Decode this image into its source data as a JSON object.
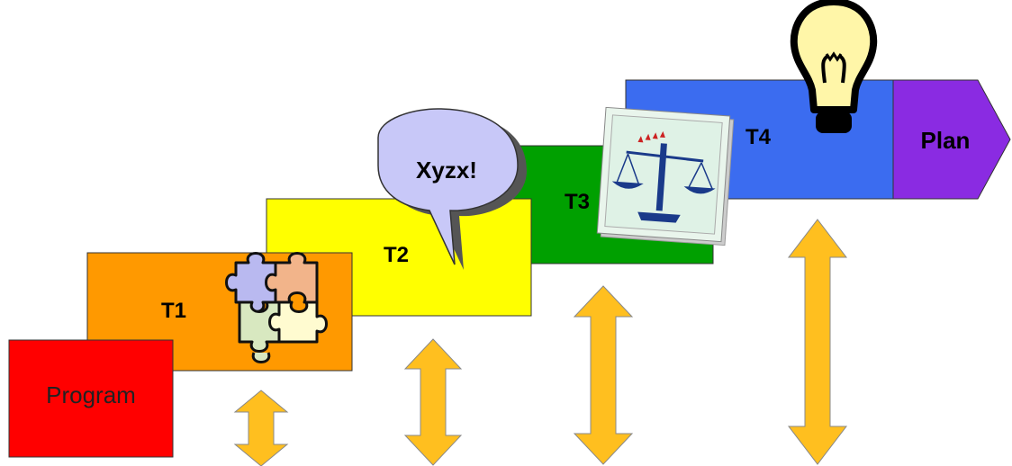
{
  "steps": {
    "program": "Program",
    "t1": "T1",
    "t2": "T2",
    "t3": "T3",
    "t4": "T4",
    "plan": "Plan"
  },
  "callout": "Xyzx!",
  "colors": {
    "program": "#ff0000",
    "t1": "#ff9900",
    "t2": "#ffff00",
    "t3": "#00a000",
    "t4": "#3b6cf0",
    "plan": "#8a2be2",
    "arrow": "#ffbf1f",
    "bubble": "#c8c8f8"
  },
  "icons": [
    "puzzle-icon",
    "speech-bubble-icon",
    "scales-icon",
    "lightbulb-icon",
    "double-arrow-icon"
  ]
}
